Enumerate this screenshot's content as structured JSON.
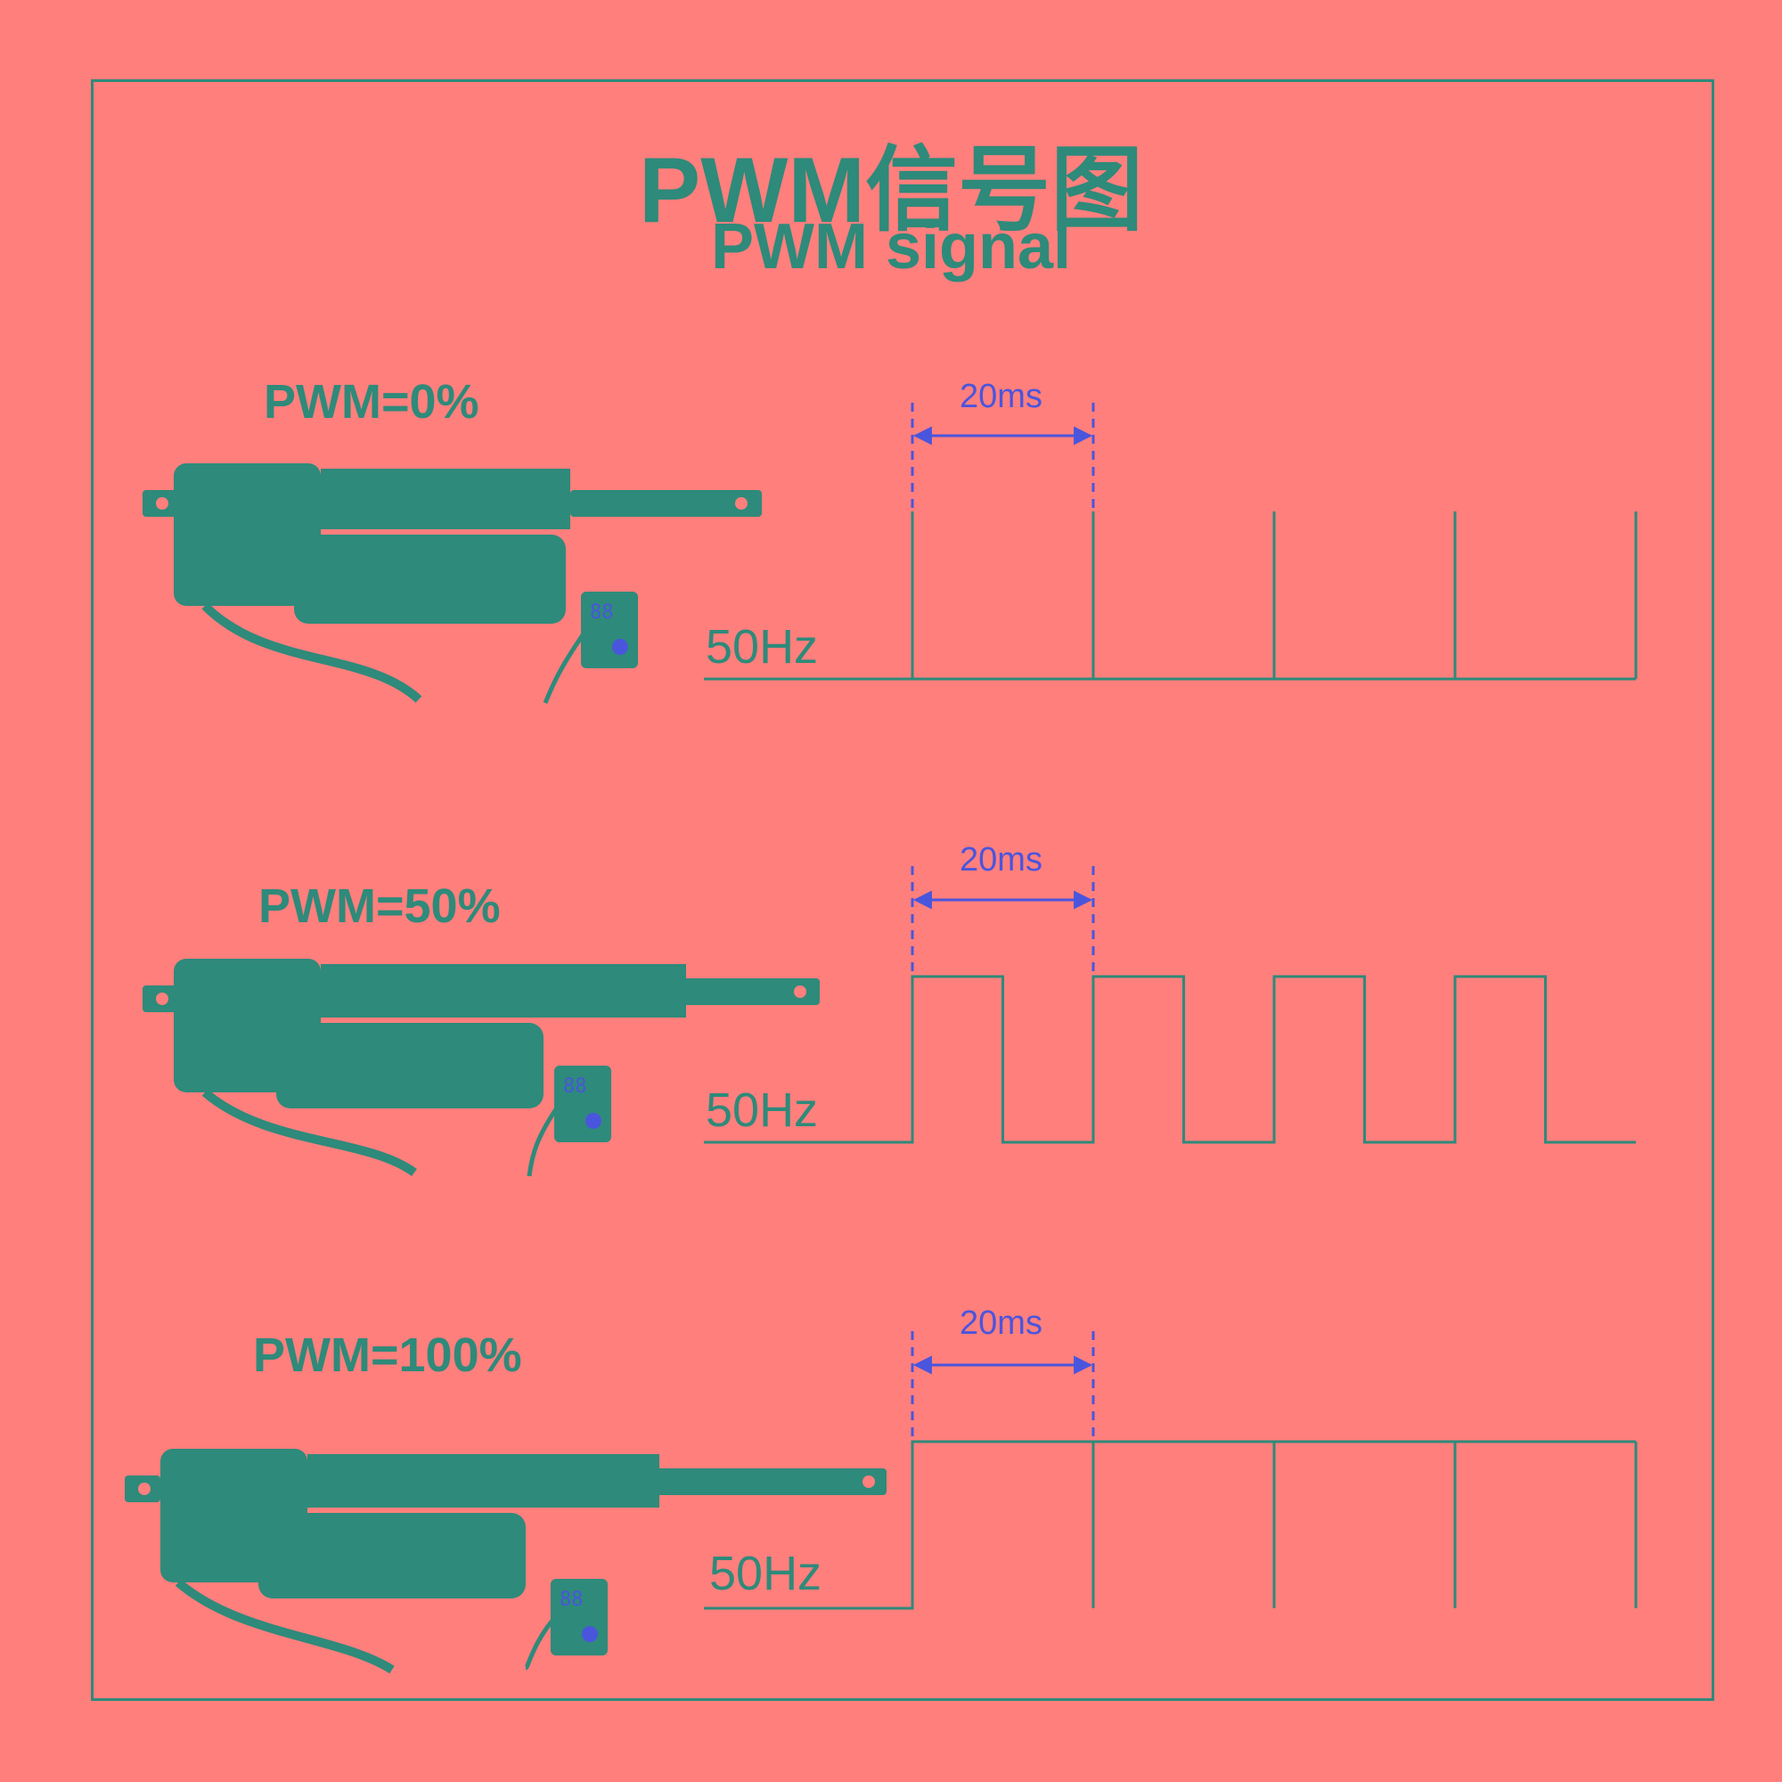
{
  "header": {
    "title_cn": "PWM信号图",
    "title_en": "PWM signal"
  },
  "colors": {
    "background": "#ff7f7d",
    "primary": "#2e8a7a",
    "dimension": "#4a55dd"
  },
  "rows": [
    {
      "pwm_label": "PWM=0%",
      "duty_percent": 0,
      "freq_label": "50Hz",
      "period_label": "20ms",
      "cycles": 4
    },
    {
      "pwm_label": "PWM=50%",
      "duty_percent": 50,
      "freq_label": "50Hz",
      "period_label": "20ms",
      "cycles": 4
    },
    {
      "pwm_label": "PWM=100%",
      "duty_percent": 100,
      "freq_label": "50Hz",
      "period_label": "20ms",
      "cycles": 4
    }
  ],
  "illustration": {
    "subject": "linear-actuator",
    "controller": "pwm-controller"
  }
}
